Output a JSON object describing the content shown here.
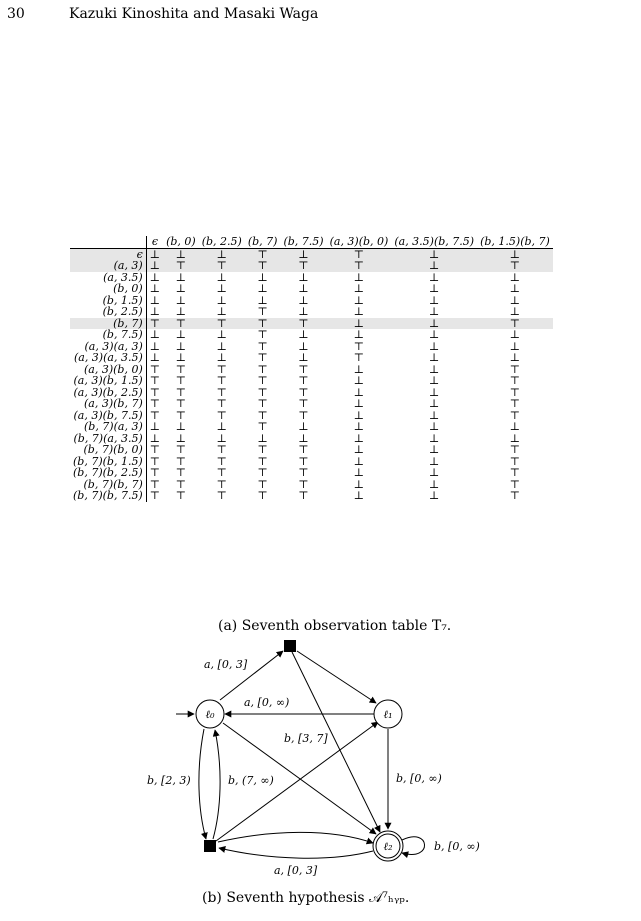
{
  "header": {
    "page_number": "30",
    "authors": "Kazuki Kinoshita and Masaki Waga"
  },
  "table": {
    "columns": [
      "ϵ",
      "(b, 0)",
      "(b, 2.5)",
      "(b, 7)",
      "(b, 7.5)",
      "(a, 3)(b, 0)",
      "(a, 3.5)(b, 7.5)",
      "(b, 1.5)(b, 7)"
    ],
    "rows": [
      {
        "label": "ϵ",
        "cells": [
          "⊥",
          "⊥",
          "⊥",
          "⊤",
          "⊥",
          "⊤",
          "⊥",
          "⊥"
        ],
        "highlight": true
      },
      {
        "label": "(a, 3)",
        "cells": [
          "⊥",
          "⊤",
          "⊤",
          "⊤",
          "⊤",
          "⊤",
          "⊥",
          "⊤"
        ],
        "highlight": true
      },
      {
        "label": "(a, 3.5)",
        "cells": [
          "⊥",
          "⊥",
          "⊥",
          "⊥",
          "⊥",
          "⊥",
          "⊥",
          "⊥"
        ]
      },
      {
        "label": "(b, 0)",
        "cells": [
          "⊥",
          "⊥",
          "⊥",
          "⊥",
          "⊥",
          "⊥",
          "⊥",
          "⊥"
        ]
      },
      {
        "label": "(b, 1.5)",
        "cells": [
          "⊥",
          "⊥",
          "⊥",
          "⊥",
          "⊥",
          "⊥",
          "⊥",
          "⊥"
        ]
      },
      {
        "label": "(b, 2.5)",
        "cells": [
          "⊥",
          "⊥",
          "⊥",
          "⊤",
          "⊥",
          "⊥",
          "⊥",
          "⊥"
        ]
      },
      {
        "label": "(b, 7)",
        "cells": [
          "⊤",
          "⊤",
          "⊤",
          "⊤",
          "⊤",
          "⊥",
          "⊥",
          "⊤"
        ],
        "highlight": true
      },
      {
        "label": "(b, 7.5)",
        "cells": [
          "⊥",
          "⊥",
          "⊥",
          "⊤",
          "⊥",
          "⊥",
          "⊥",
          "⊥"
        ]
      },
      {
        "label": "(a, 3)(a, 3)",
        "cells": [
          "⊥",
          "⊥",
          "⊥",
          "⊤",
          "⊥",
          "⊤",
          "⊥",
          "⊥"
        ]
      },
      {
        "label": "(a, 3)(a, 3.5)",
        "cells": [
          "⊥",
          "⊥",
          "⊥",
          "⊤",
          "⊥",
          "⊤",
          "⊥",
          "⊥"
        ]
      },
      {
        "label": "(a, 3)(b, 0)",
        "cells": [
          "⊤",
          "⊤",
          "⊤",
          "⊤",
          "⊤",
          "⊥",
          "⊥",
          "⊤"
        ]
      },
      {
        "label": "(a, 3)(b, 1.5)",
        "cells": [
          "⊤",
          "⊤",
          "⊤",
          "⊤",
          "⊤",
          "⊥",
          "⊥",
          "⊤"
        ]
      },
      {
        "label": "(a, 3)(b, 2.5)",
        "cells": [
          "⊤",
          "⊤",
          "⊤",
          "⊤",
          "⊤",
          "⊥",
          "⊥",
          "⊤"
        ]
      },
      {
        "label": "(a, 3)(b, 7)",
        "cells": [
          "⊤",
          "⊤",
          "⊤",
          "⊤",
          "⊤",
          "⊥",
          "⊥",
          "⊤"
        ]
      },
      {
        "label": "(a, 3)(b, 7.5)",
        "cells": [
          "⊤",
          "⊤",
          "⊤",
          "⊤",
          "⊤",
          "⊥",
          "⊥",
          "⊤"
        ]
      },
      {
        "label": "(b, 7)(a, 3)",
        "cells": [
          "⊥",
          "⊥",
          "⊥",
          "⊤",
          "⊥",
          "⊥",
          "⊥",
          "⊥"
        ]
      },
      {
        "label": "(b, 7)(a, 3.5)",
        "cells": [
          "⊥",
          "⊥",
          "⊥",
          "⊥",
          "⊥",
          "⊥",
          "⊥",
          "⊥"
        ]
      },
      {
        "label": "(b, 7)(b, 0)",
        "cells": [
          "⊤",
          "⊤",
          "⊤",
          "⊤",
          "⊤",
          "⊥",
          "⊥",
          "⊤"
        ]
      },
      {
        "label": "(b, 7)(b, 1.5)",
        "cells": [
          "⊤",
          "⊤",
          "⊤",
          "⊤",
          "⊤",
          "⊥",
          "⊥",
          "⊤"
        ]
      },
      {
        "label": "(b, 7)(b, 2.5)",
        "cells": [
          "⊤",
          "⊤",
          "⊤",
          "⊤",
          "⊤",
          "⊥",
          "⊥",
          "⊤"
        ]
      },
      {
        "label": "(b, 7)(b, 7)",
        "cells": [
          "⊤",
          "⊤",
          "⊤",
          "⊤",
          "⊤",
          "⊥",
          "⊥",
          "⊤"
        ]
      },
      {
        "label": "(b, 7)(b, 7.5)",
        "cells": [
          "⊤",
          "⊤",
          "⊤",
          "⊤",
          "⊤",
          "⊥",
          "⊥",
          "⊤"
        ]
      }
    ],
    "caption": "(a) Seventh observation table T₇."
  },
  "automaton": {
    "states": {
      "l0": "ℓ₀",
      "l1": "ℓ₁",
      "l2": "ℓ₂"
    },
    "edge_labels": {
      "l0_to_top": "a, [0, 3]",
      "l1_to_l0": "a, [0, ∞)",
      "top_to_l2": "b, [3, 7]",
      "l0_to_bottom": "b, [2, 3)",
      "bottom_to_l0": "b, (7, ∞)",
      "l1_to_l2": "b, [0, ∞)",
      "l2_loop": "b, [0, ∞)",
      "l2_to_bottom": "a, [0, 3]"
    },
    "caption": "(b) Seventh hypothesis 𝒜⁷ₕᵧₚ."
  }
}
